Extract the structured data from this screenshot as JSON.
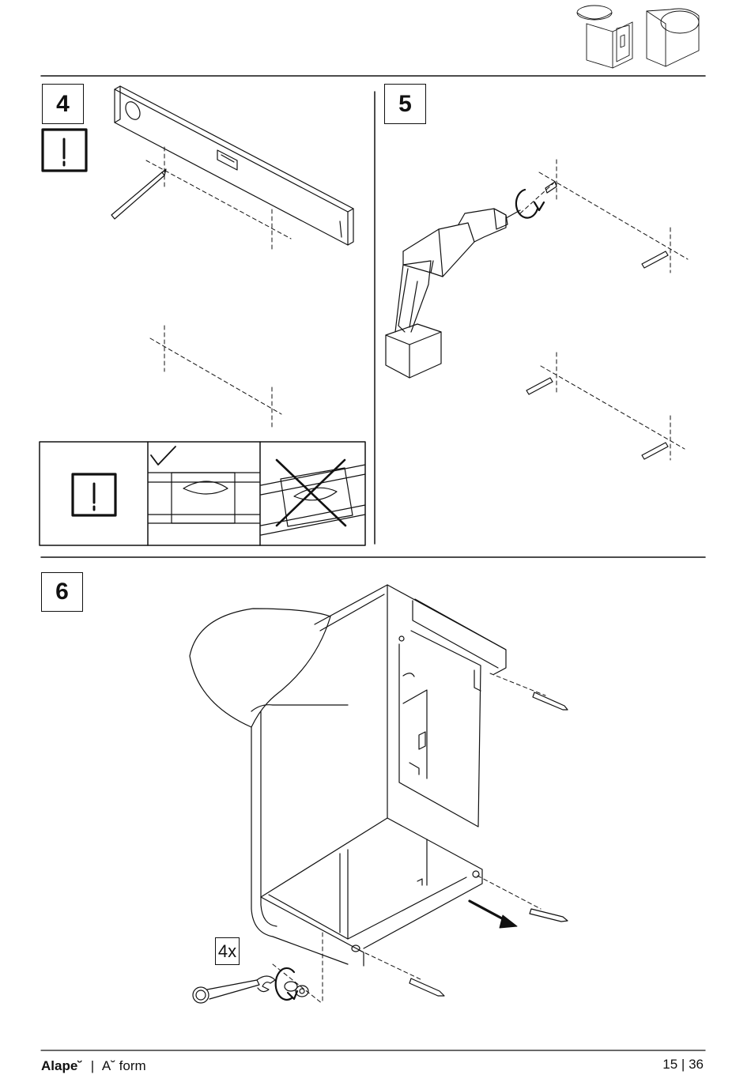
{
  "steps": {
    "step4": "4",
    "step5": "5",
    "step6": "6"
  },
  "warning_symbol": "!",
  "quantity_label": "4x",
  "footer": {
    "brand": "Alape˘",
    "separator": "|",
    "product": "A˘ form",
    "page_current": "15",
    "page_separator": "|",
    "page_total": "36"
  },
  "icons": {
    "warning": "warning-icon",
    "check": "checkmark-icon",
    "cross": "cross-icon",
    "rotation": "rotation-arrow-icon",
    "direction": "direction-arrow-icon"
  }
}
